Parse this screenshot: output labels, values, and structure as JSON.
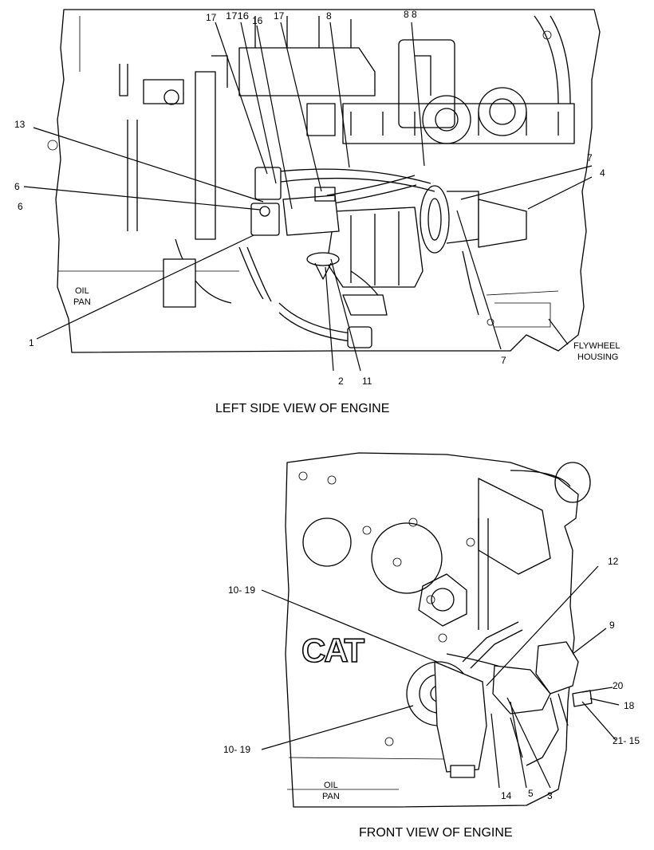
{
  "top_view": {
    "caption": "LEFT SIDE VIEW OF ENGINE",
    "labels": {
      "l17a": "17",
      "l1716": "1716",
      "l16": "16",
      "l17b": "17",
      "l8a": "8",
      "l88": "8 8",
      "l13": "13",
      "l6a": "6",
      "l6b": "6",
      "l7a": "7",
      "l4": "4",
      "l1": "1",
      "l2": "2",
      "l11": "11",
      "l7b": "7"
    },
    "oil_pan": [
      "OIL",
      "PAN"
    ],
    "flywheel_housing": [
      "FLYWHEEL",
      "HOUSING"
    ]
  },
  "bottom_view": {
    "caption": "FRONT VIEW OF ENGINE",
    "labels": {
      "l1019a": "10- 19",
      "l12": "12",
      "l9": "9",
      "l20": "20",
      "l18": "18",
      "l2115": "21- 15",
      "l1019b": "10- 19",
      "l14": "14",
      "l5": "5",
      "l3": "3"
    },
    "logo": "CAT",
    "oil_pan": [
      "OIL",
      "PAN"
    ]
  }
}
